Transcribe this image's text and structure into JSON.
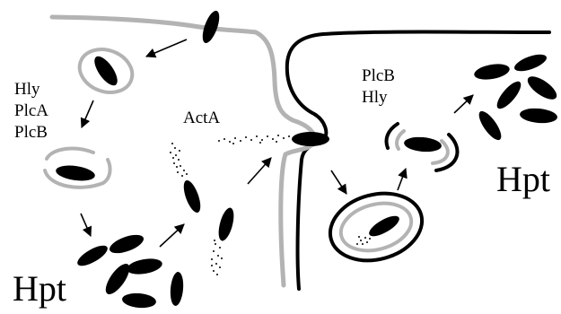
{
  "labels": {
    "left_factors": [
      "Hly",
      "PlcA",
      "PlcB"
    ],
    "acta": "ActA",
    "right_factors": [
      "PlcB",
      "Hly"
    ],
    "hpt_left": "Hpt",
    "hpt_right": "Hpt"
  },
  "colors": {
    "bacterium": "#000000",
    "host_membrane": "#b3b3b3",
    "neighbor_membrane": "#000000",
    "background": "#ffffff"
  }
}
